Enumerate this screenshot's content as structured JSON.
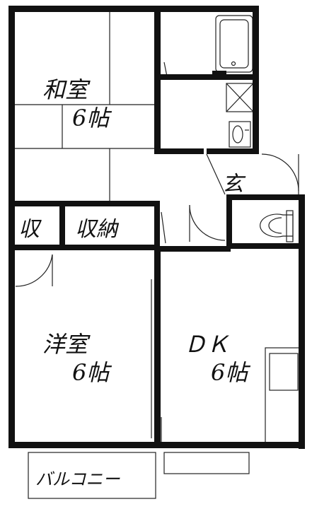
{
  "rooms": {
    "washitsu": {
      "name": "和室",
      "size": "6帖"
    },
    "yoshitsu": {
      "name": "洋室",
      "size": "6帖"
    },
    "dk": {
      "name": "ＤＫ",
      "size": "6帖"
    },
    "shuno": {
      "name": "収納"
    },
    "shu": {
      "name": "収"
    },
    "genkan": {
      "name": "玄"
    },
    "balcony": {
      "name": "バルコニー"
    }
  },
  "colors": {
    "wall": "#111111",
    "line": "#222222",
    "background": "#ffffff"
  }
}
